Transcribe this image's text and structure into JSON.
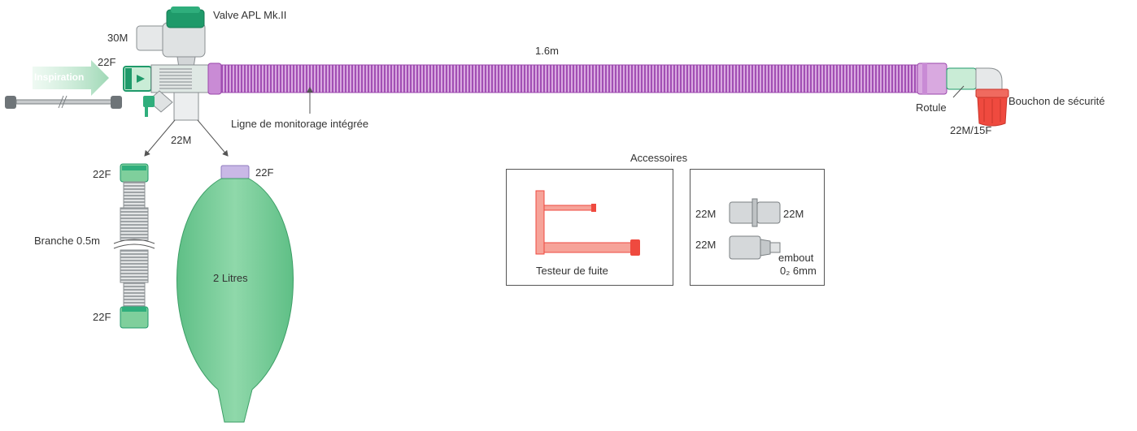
{
  "labels": {
    "valve": "Valve APL Mk.II",
    "port_30m": "30M",
    "port_22f_top": "22F",
    "inspiration": "Inspiration",
    "length": "1.6m",
    "monitoring": "Ligne de monitorage intégrée",
    "port_22m_split": "22M",
    "branch_22f_top": "22F",
    "branch": "Branche 0.5m",
    "branch_22f_bottom": "22F",
    "bag_22f": "22F",
    "bag": "2 Litres",
    "rotule": "Rotule",
    "cap": "Bouchon de sécurité",
    "port_22m_15f": "22M/15F",
    "accessories": "Accessoires",
    "leak_tester": "Testeur de fuite",
    "acc_22m_a": "22M",
    "acc_22m_b": "22M",
    "acc_22m_c": "22M",
    "embout_1": "embout",
    "embout_2": "0₂ 6mm"
  },
  "colors": {
    "green_dark": "#1f9a6a",
    "green_light": "#c9ecd6",
    "green_bag": "#7fcf9c",
    "purple": "#b05bc0",
    "purple_light": "#d9a9e0",
    "red": "#ef4a3f",
    "red_light": "#f6a399",
    "grey": "#b8bcbf"
  },
  "icons": [
    "arrow-icon",
    "valve-icon",
    "connector-icon",
    "bag-icon",
    "cap-icon",
    "elbow-icon"
  ]
}
